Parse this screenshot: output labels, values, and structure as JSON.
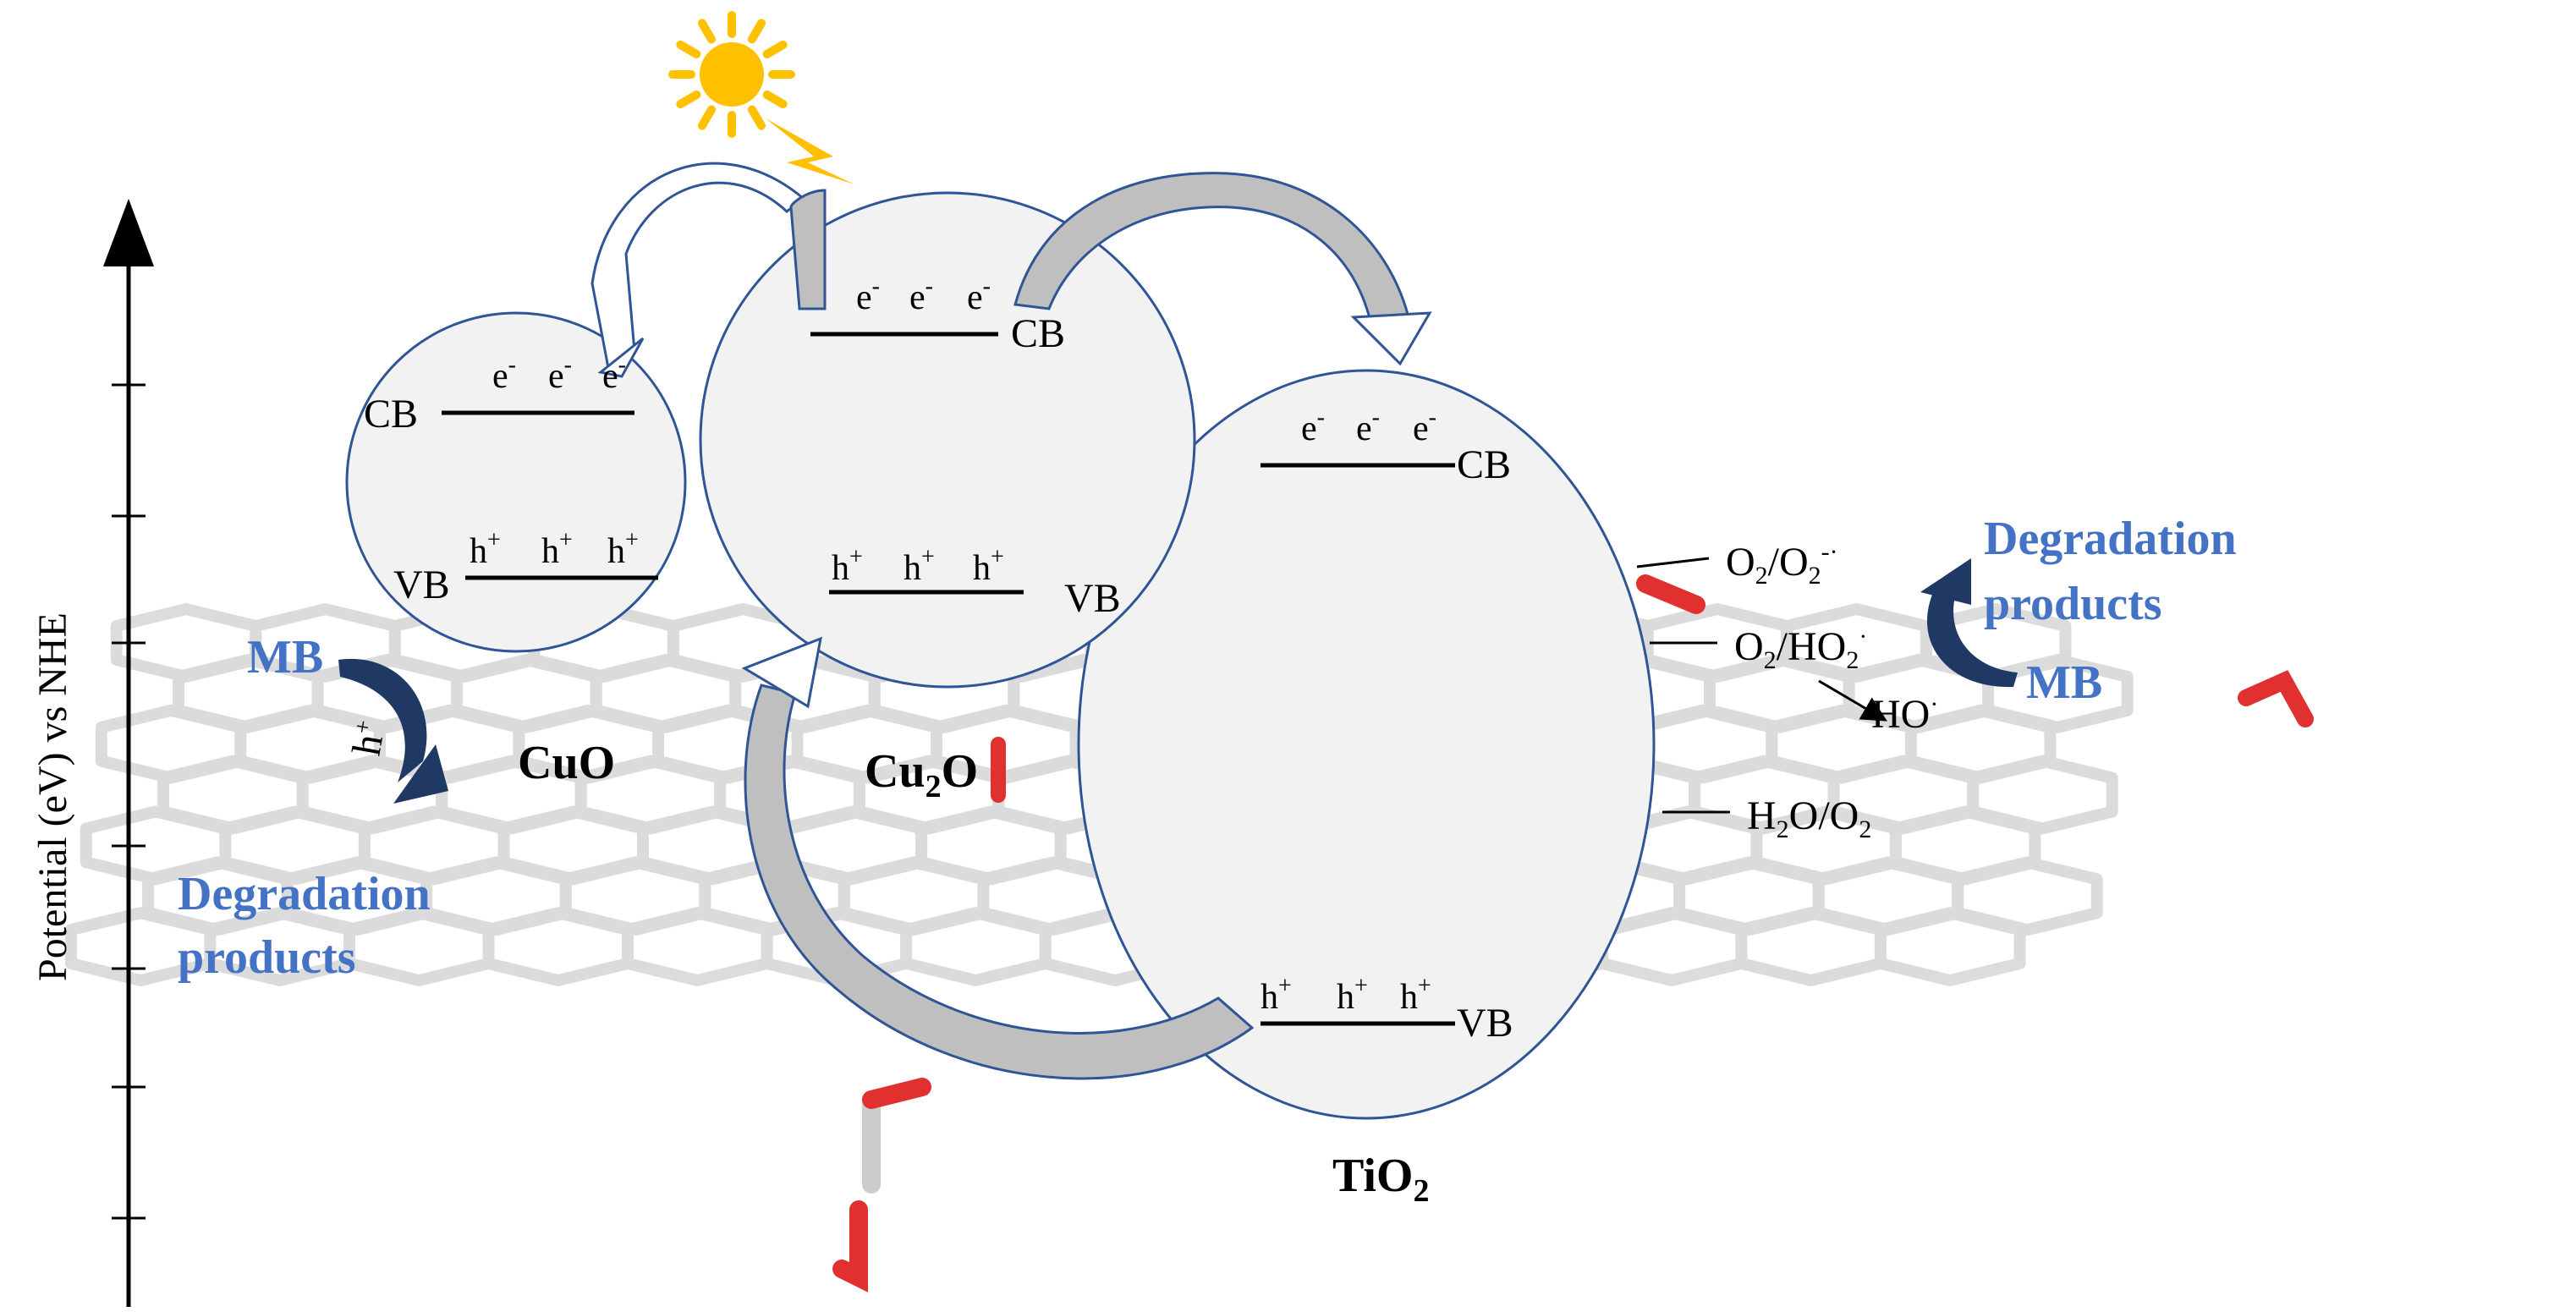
{
  "axis": {
    "label": "Potential (eV) vs NHE"
  },
  "materials": {
    "cuo": {
      "name": "CuO",
      "cb": "CB",
      "vb": "VB",
      "electron": "e",
      "hole": "h"
    },
    "cu2o": {
      "name": "Cu",
      "sub": "2",
      "tail": "O",
      "cb": "CB",
      "vb": "VB",
      "electron": "e",
      "hole": "h"
    },
    "tio2": {
      "name": "TiO",
      "sub": "2",
      "cb": "CB",
      "vb": "VB",
      "electron": "e",
      "hole": "h"
    }
  },
  "left_reaction": {
    "reactant": "MB",
    "agent": "h",
    "products_line1": "Degradation",
    "products_line2": "products"
  },
  "right_reaction": {
    "reactant": "MB",
    "products_line1": "Degradation",
    "products_line2": "products"
  },
  "redox_levels": {
    "o2_superoxide": {
      "a": "O",
      "a_sub": "2",
      "b": "/O",
      "b_sub": "2",
      "b_sup": "-·"
    },
    "o2_ho2": {
      "a": "O",
      "a_sub": "2",
      "b": "/HO",
      "b_sub": "2",
      "b_sup": "·"
    },
    "hydroxyl": {
      "text": "HO",
      "sup": "·"
    },
    "h2o_o2": {
      "a": "H",
      "a_sub": "2",
      "b": "O/O",
      "b_sub": "2"
    }
  },
  "colors": {
    "blue_text": "#4472C4",
    "circle_fill": "#F2F2F2",
    "circle_stroke": "#2F5597",
    "arrow_fill": "#BFBFBF",
    "dark_arrow": "#1F3864",
    "sun": "#FFC000",
    "oxygen_red": "#E03030",
    "graphene_gray": "#D9D9D9"
  },
  "icons": [
    "sun-icon",
    "lightning-icon"
  ]
}
